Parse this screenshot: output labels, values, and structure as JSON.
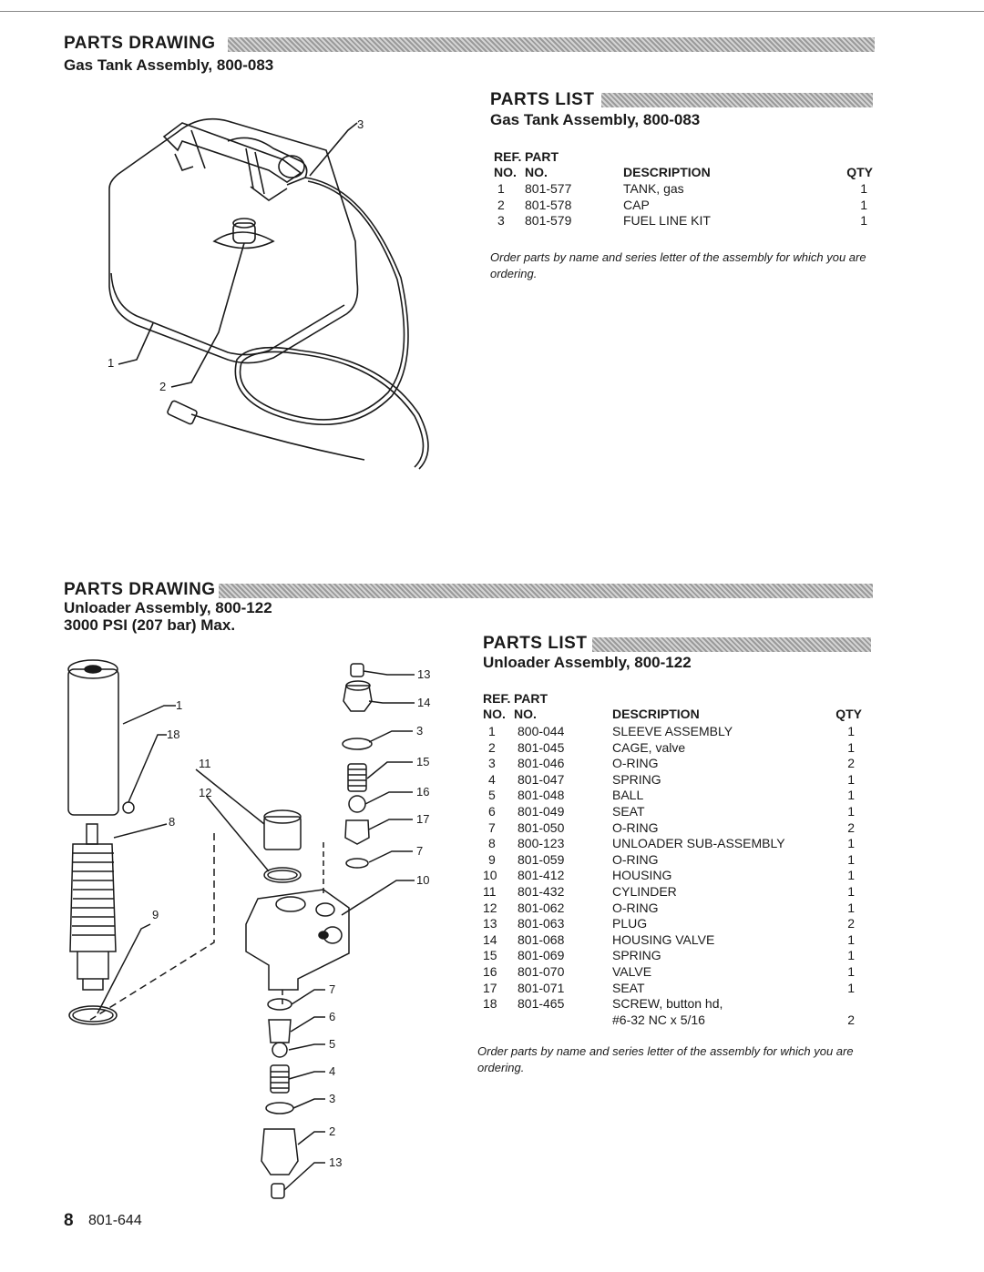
{
  "gas_tank": {
    "drawing_header": "PARTS DRAWING",
    "drawing_title": "Gas Tank Assembly, 800-083",
    "parts_list_header": "PARTS LIST",
    "parts_list_title": "Gas Tank Assembly, 800-083",
    "callouts": [
      "1",
      "2",
      "3"
    ],
    "columns": {
      "ref_top": "REF.",
      "part_top": "PART",
      "ref": "NO.",
      "part": "NO.",
      "description": "DESCRIPTION",
      "qty": "QTY"
    },
    "rows": [
      {
        "ref": "1",
        "part": "801-577",
        "description": "TANK, gas",
        "qty": "1"
      },
      {
        "ref": "2",
        "part": "801-578",
        "description": "CAP",
        "qty": "1"
      },
      {
        "ref": "3",
        "part": "801-579",
        "description": "FUEL LINE KIT",
        "qty": "1"
      }
    ],
    "note": "Order parts by name and series letter of the assembly for which you are ordering."
  },
  "unloader": {
    "drawing_header": "PARTS DRAWING",
    "drawing_title": "Unloader Assembly, 800-122",
    "drawing_subtitle": "3000 PSI (207 bar) Max.",
    "parts_list_header": "PARTS LIST",
    "parts_list_title": "Unloader Assembly, 800-122",
    "callouts": [
      "13",
      "14",
      "3",
      "15",
      "16",
      "17",
      "7",
      "10",
      "1",
      "18",
      "11",
      "12",
      "8",
      "9",
      "7",
      "6",
      "5",
      "4",
      "3",
      "2",
      "13"
    ],
    "columns": {
      "ref_top": "REF.",
      "part_top": "PART",
      "ref": "NO.",
      "part": "NO.",
      "description": "DESCRIPTION",
      "qty": "QTY"
    },
    "rows": [
      {
        "ref": "1",
        "part": "800-044",
        "description": "SLEEVE ASSEMBLY",
        "qty": "1"
      },
      {
        "ref": "2",
        "part": "801-045",
        "description": "CAGE, valve",
        "qty": "1"
      },
      {
        "ref": "3",
        "part": "801-046",
        "description": "O-RING",
        "qty": "2"
      },
      {
        "ref": "4",
        "part": "801-047",
        "description": "SPRING",
        "qty": "1"
      },
      {
        "ref": "5",
        "part": "801-048",
        "description": "BALL",
        "qty": "1"
      },
      {
        "ref": "6",
        "part": "801-049",
        "description": "SEAT",
        "qty": "1"
      },
      {
        "ref": "7",
        "part": "801-050",
        "description": "O-RING",
        "qty": "2"
      },
      {
        "ref": "8",
        "part": "800-123",
        "description": "UNLOADER SUB-ASSEMBLY",
        "qty": "1"
      },
      {
        "ref": "9",
        "part": "801-059",
        "description": "O-RING",
        "qty": "1"
      },
      {
        "ref": "10",
        "part": "801-412",
        "description": "HOUSING",
        "qty": "1"
      },
      {
        "ref": "11",
        "part": "801-432",
        "description": "CYLINDER",
        "qty": "1"
      },
      {
        "ref": "12",
        "part": "801-062",
        "description": "O-RING",
        "qty": "1"
      },
      {
        "ref": "13",
        "part": "801-063",
        "description": "PLUG",
        "qty": "2"
      },
      {
        "ref": "14",
        "part": "801-068",
        "description": "HOUSING VALVE",
        "qty": "1"
      },
      {
        "ref": "15",
        "part": "801-069",
        "description": "SPRING",
        "qty": "1"
      },
      {
        "ref": "16",
        "part": "801-070",
        "description": "VALVE",
        "qty": "1"
      },
      {
        "ref": "17",
        "part": "801-071",
        "description": "SEAT",
        "qty": "1"
      },
      {
        "ref": "18",
        "part": "801-465",
        "description": "SCREW, button hd,",
        "qty": ""
      },
      {
        "ref": "",
        "part": "",
        "description": "#6-32 NC x 5/16",
        "qty": "2"
      }
    ],
    "note": "Order parts by name and series letter of the assembly for which you are ordering."
  },
  "footer": {
    "page_number": "8",
    "doc_number": "801-644"
  }
}
